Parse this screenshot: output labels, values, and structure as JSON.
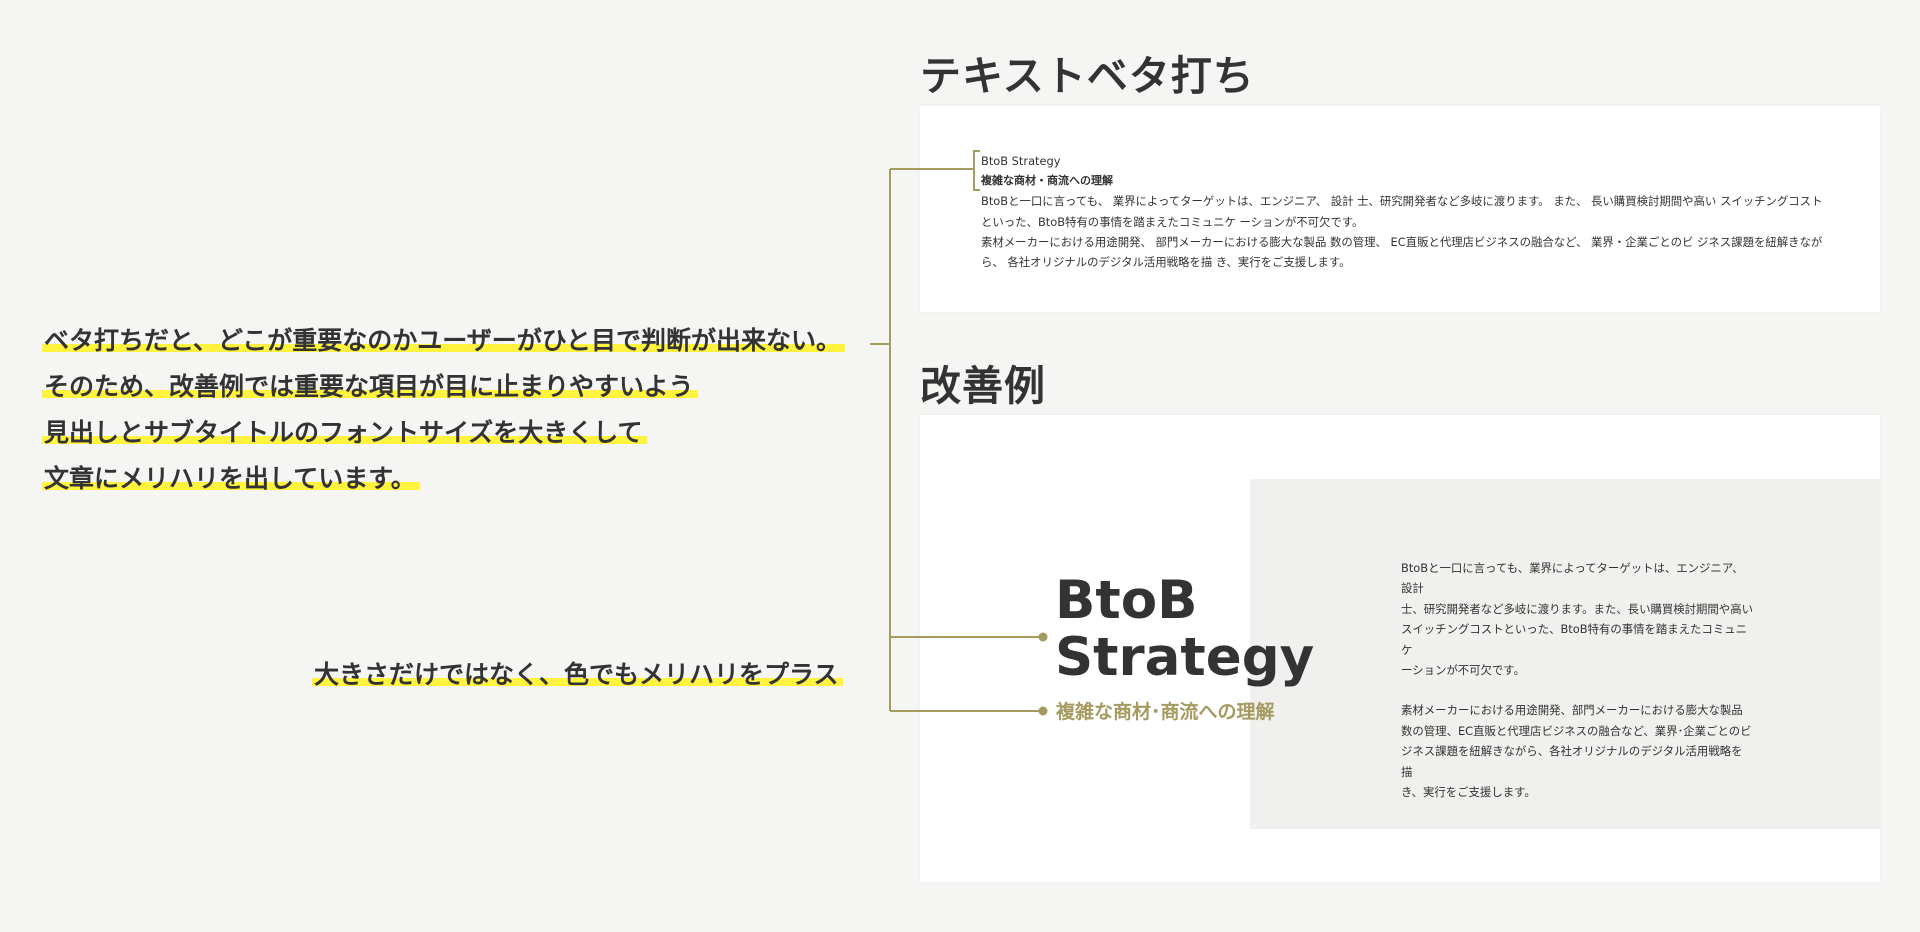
{
  "annotations": {
    "main_lines": [
      "ベタ打ちだと、どこが重要なのかユーザーがひと目で判断が出来ない。",
      "そのため、改善例では重要な項目が目に止まりやすいよう",
      "見出しとサブタイトルのフォントサイズを大きくして",
      "文章にメリハリを出しています。"
    ],
    "color_note": "大きさだけではなく、色でもメリハリをプラス"
  },
  "sections": {
    "plain_title": "テキストベタ打ち",
    "improved_title": "改善例"
  },
  "plain_text": {
    "title": "BtoB Strategy",
    "subtitle": "複雑な商材・商流への理解",
    "lines": [
      "BtoBと一口に言っても、 業界によってターゲットは、エンジニア、 設計 士、研究開発者など多岐に渡ります。 また、 長い購買検討期間や高い スイッチングコスト",
      "といった、BtoB特有の事情を踏まえたコミュニケ ーションが不可欠です。",
      "素材メーカーにおける用途開発、 部門メーカーにおける膨大な製品 数の管理、 EC直販と代理店ビジネスの融合など、 業界・企業ごとのビ ジネス課題を紐解きなが",
      "ら、 各社オリジナルのデジタル活用戦略を描 き、実行をご支援します。"
    ]
  },
  "improved": {
    "title_line1": "BtoB",
    "title_line2": "Strategy",
    "subtitle": "複雑な商材･商流への理解",
    "paragraph1_lines": [
      "BtoBと一口に言っても、業界によってターゲットは、エンジニア、設計",
      "士、研究開発者など多岐に渡ります。また、長い購買検討期間や高い",
      "スイッチングコストといった、BtoB特有の事情を踏まえたコミュニケ",
      "ーションが不可欠です。"
    ],
    "paragraph2_lines": [
      "素材メーカーにおける用途開発、部門メーカーにおける膨大な製品",
      "数の管理、EC直販と代理店ビジネスの融合など、業界･企業ごとのビ",
      "ジネス課題を紐解きながら、各社オリジナルのデジタル活用戦略を描",
      "き、実行をご支援します。"
    ]
  },
  "colors": {
    "background": "#f5f5f3",
    "highlight": "#fff33f",
    "accent": "#a59a5f",
    "text": "#333333"
  }
}
